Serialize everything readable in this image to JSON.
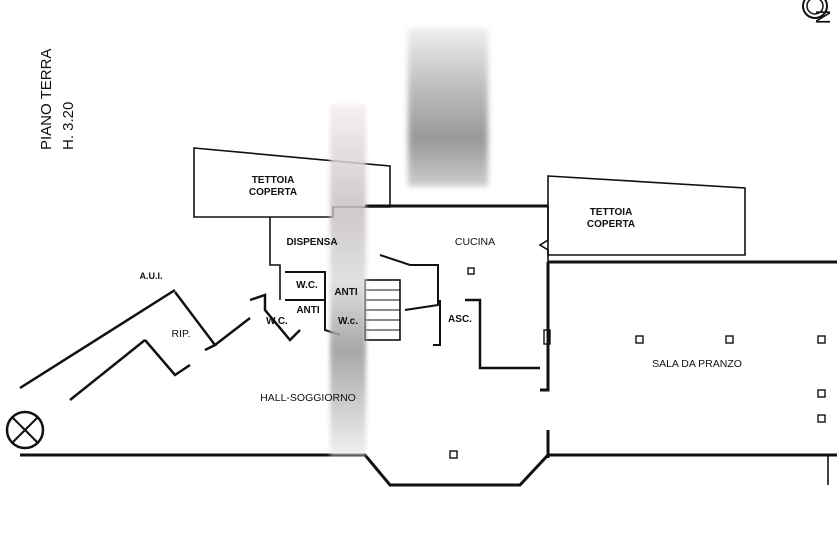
{
  "title": {
    "floor": "PIANO TERRA",
    "height": "H. 3.20"
  },
  "north_label": "N",
  "rooms": {
    "tettoia_left": [
      "TETTOIA",
      "COPERTA"
    ],
    "tettoia_right": [
      "TETTOIA",
      "COPERTA"
    ],
    "dispensa": "DISPENSA",
    "cucina": "CUCINA",
    "wc1": "W.C.",
    "anti1": "ANTI",
    "anti2": "ANTI",
    "wc2": "W.c.",
    "wc3": "W.C.",
    "aui": "A.U.I.",
    "rip": "RIP.",
    "asc": "ASC.",
    "hall": "HALL-SOGGIORNO",
    "sala": "SALA DA PRANZO"
  }
}
